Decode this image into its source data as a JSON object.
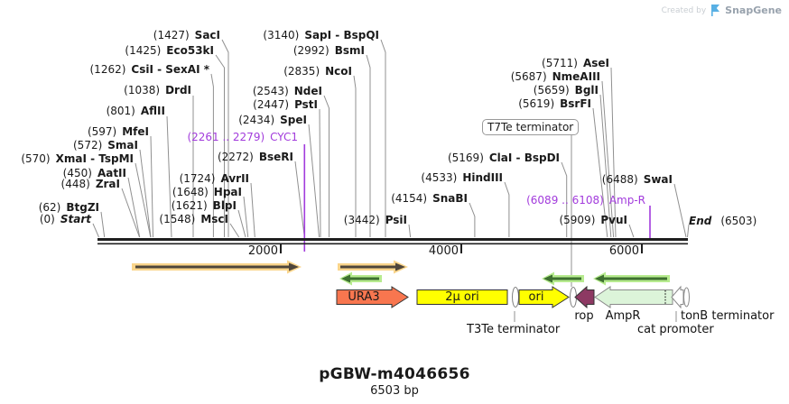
{
  "watermark": {
    "prefix": "Created by",
    "brand": "SnapGene"
  },
  "title": {
    "name": "pGBW-m4046656",
    "size": "6503 bp"
  },
  "axis": {
    "ticks": [
      "2000",
      "4000",
      "6000"
    ],
    "start_pos": "(0)",
    "start_name": "Start",
    "end_name": "End",
    "end_pos": "(6503)"
  },
  "sites": [
    {
      "pos": "(1427)",
      "name": "SacI"
    },
    {
      "pos": "(1425)",
      "name": "Eco53kI"
    },
    {
      "pos": "(1262)",
      "name": "CsiI - SexAI *"
    },
    {
      "pos": "(1038)",
      "name": "DrdI"
    },
    {
      "pos": "(801)",
      "name": "AflII"
    },
    {
      "pos": "(597)",
      "name": "MfeI"
    },
    {
      "pos": "(572)",
      "name": "SmaI"
    },
    {
      "pos": "(570)",
      "name": "XmaI - TspMI"
    },
    {
      "pos": "(450)",
      "name": "AatII"
    },
    {
      "pos": "(448)",
      "name": "ZraI"
    },
    {
      "pos": "(62)",
      "name": "BtgZI"
    },
    {
      "pos": "(1548)",
      "name": "MscI"
    },
    {
      "pos": "(1621)",
      "name": "BlpI"
    },
    {
      "pos": "(1648)",
      "name": "HpaI"
    },
    {
      "pos": "(1724)",
      "name": "AvrII"
    },
    {
      "pos": "(2272)",
      "name": "BseRI"
    },
    {
      "pos": "(2434)",
      "name": "SpeI"
    },
    {
      "pos": "(2447)",
      "name": "PstI"
    },
    {
      "pos": "(2543)",
      "name": "NdeI"
    },
    {
      "pos": "(2835)",
      "name": "NcoI"
    },
    {
      "pos": "(2992)",
      "name": "BsmI"
    },
    {
      "pos": "(3140)",
      "name": "SapI - BspQI"
    },
    {
      "pos": "(3442)",
      "name": "PsiI"
    },
    {
      "pos": "(4154)",
      "name": "SnaBI"
    },
    {
      "pos": "(4533)",
      "name": "HindIII"
    },
    {
      "pos": "(5169)",
      "name": "ClaI - BspDI"
    },
    {
      "pos": "(5619)",
      "name": "BsrFI"
    },
    {
      "pos": "(5659)",
      "name": "BglI"
    },
    {
      "pos": "(5687)",
      "name": "NmeAIII"
    },
    {
      "pos": "(5711)",
      "name": "AseI"
    },
    {
      "pos": "(5909)",
      "name": "PvuI"
    },
    {
      "pos": "(6488)",
      "name": "SwaI"
    }
  ],
  "regions": [
    {
      "pos": "(2261 .. 2279)",
      "name": "CYC1"
    },
    {
      "pos": "(6089 .. 6108)",
      "name": "Amp-R"
    }
  ],
  "terminator_box": "T7Te terminator",
  "features": {
    "ura3": "URA3",
    "two_mu_ori": "2μ ori",
    "ori": "ori",
    "rop": "rop",
    "ampr": "AmpR",
    "tonb": "tonB terminator",
    "t3te": "T3Te terminator",
    "cat": "cat promoter"
  },
  "colors": {
    "accent_purple": "#A23BDC",
    "feature_yellow": "#FFFF00",
    "feature_orange": "#F8764F",
    "feature_pale_green": "#DCF4D9",
    "feature_maroon": "#8D3963"
  }
}
